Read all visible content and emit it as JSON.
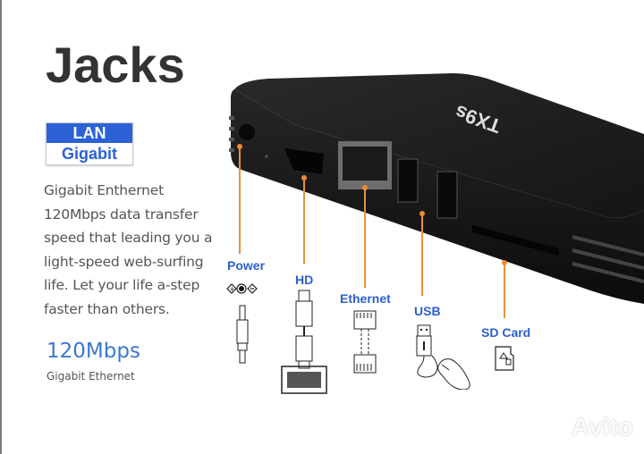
{
  "title": "Jacks",
  "badge": {
    "top": "LAN",
    "bottom": "Gigabit"
  },
  "description": [
    "Gigabit Enthernet",
    "120Mbps data transfer",
    "speed that leading you a",
    "light-speed web-surfing",
    "life. Let your life a-step",
    "faster than others."
  ],
  "speed": {
    "value": "120Mbps",
    "caption": "Gigabit Ethernet"
  },
  "device": {
    "brand": "TX9s"
  },
  "ports": [
    {
      "label": "Power",
      "icon": "dc-power-plug-icon"
    },
    {
      "label": "HD",
      "icon": "hdmi-cable-icon"
    },
    {
      "label": "Ethernet",
      "icon": "ethernet-cable-icon"
    },
    {
      "label": "USB",
      "icon": "usb-mouse-icon"
    },
    {
      "label": "SD Card",
      "icon": "sd-card-icon"
    }
  ],
  "watermark": "Avito",
  "colors": {
    "accent_blue": "#2c62d6",
    "leader_orange": "#e7923a",
    "title_gray": "#333333"
  }
}
